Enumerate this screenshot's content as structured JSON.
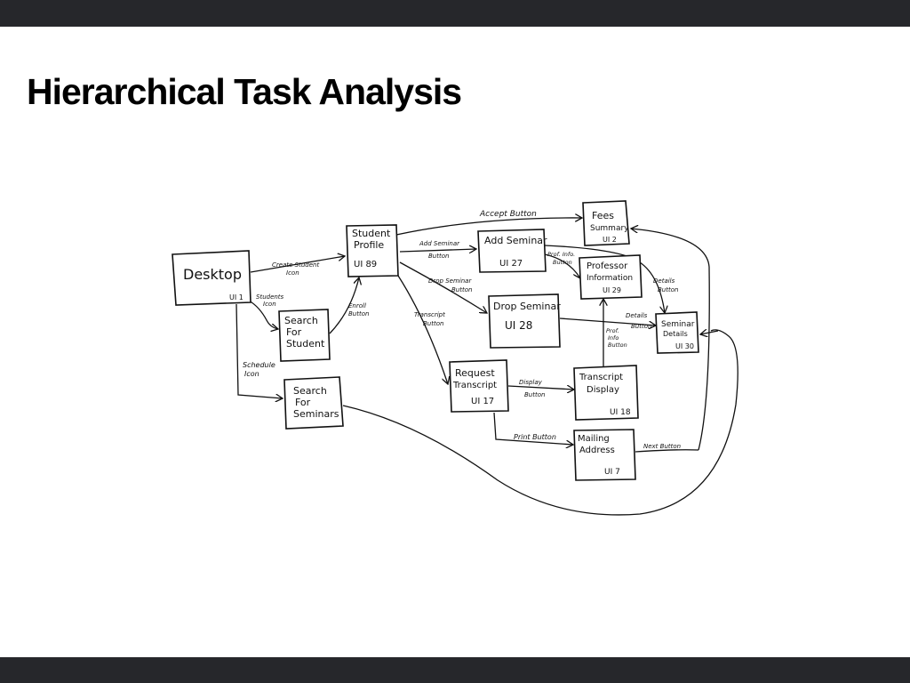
{
  "slide": {
    "title": "Hierarchical Task Analysis"
  },
  "nodes": {
    "desktop": {
      "name": "Desktop",
      "id": "UI 1"
    },
    "student_profile": {
      "name_line1": "Student",
      "name_line2": "Profile",
      "id": "UI 89"
    },
    "add_seminar": {
      "name": "Add Seminar",
      "id": "UI 27"
    },
    "fees_summary": {
      "name_line1": "Fees",
      "name_line2": "Summary",
      "id": "UI 2"
    },
    "professor_info": {
      "name_line1": "Professor",
      "name_line2": "Information",
      "id": "UI 29"
    },
    "drop_seminar": {
      "name": "Drop Seminar",
      "id": "UI 28"
    },
    "seminar_details": {
      "name_line1": "Seminar",
      "name_line2": "Details",
      "id": "UI 30"
    },
    "search_student": {
      "name_line1": "Search",
      "name_line2": "For",
      "name_line3": "Student"
    },
    "search_seminars": {
      "name_line1": "Search",
      "name_line2": "For",
      "name_line3": "Seminars"
    },
    "request_transcript": {
      "name_line1": "Request",
      "name_line2": "Transcript",
      "id": "UI 17"
    },
    "transcript_display": {
      "name_line1": "Transcript",
      "name_line2": "Display",
      "id": "UI 18"
    },
    "mailing_address": {
      "name_line1": "Mailing",
      "name_line2": "Address",
      "id": "UI 7"
    }
  },
  "edges": {
    "create_student": {
      "line1": "Create Student",
      "line2": "Icon"
    },
    "students_icon": {
      "line1": "Students",
      "line2": "Icon"
    },
    "schedule_icon": {
      "line1": "Schedule",
      "line2": "Icon"
    },
    "enroll_button": {
      "line1": "Enroll",
      "line2": "Button"
    },
    "accept_button": {
      "line1": "Accept Button"
    },
    "add_seminar_button": {
      "line1": "Add Seminar",
      "line2": "Button"
    },
    "drop_seminar_button": {
      "line1": "Drop Seminar",
      "line2": "Button"
    },
    "transcript_button": {
      "line1": "Transcript",
      "line2": "Button"
    },
    "prof_info_button_top": {
      "line1": "Prof. Info.",
      "line2": "Button"
    },
    "details_button_top": {
      "line1": "Details",
      "line2": "Button"
    },
    "details_button_mid": {
      "line1": "Details",
      "line2": "Button"
    },
    "prof_info_button_mid": {
      "line1": "Prof.",
      "line2": "Info",
      "line3": "Button"
    },
    "display_button": {
      "line1": "Display",
      "line2": "Button"
    },
    "print_button": {
      "line1": "Print Button"
    },
    "next_button": {
      "line1": "Next Button"
    }
  }
}
